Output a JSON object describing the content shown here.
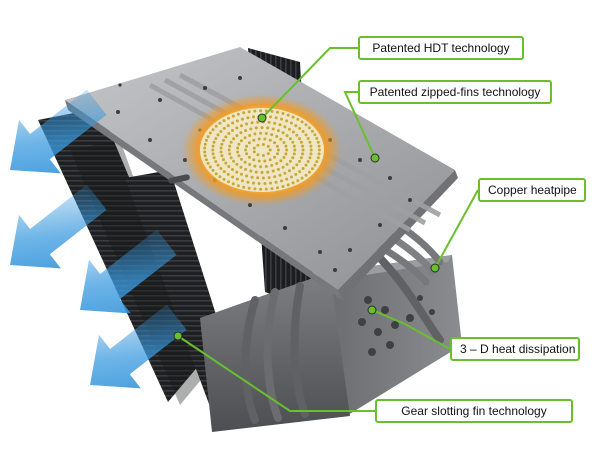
{
  "callouts": {
    "hdt": "Patented HDT technology",
    "zipped": "Patented zipped-fins technology",
    "heatpipe": "Copper heatpipe",
    "dissipation": "3 – D heat dissipation",
    "gear": "Gear slotting fin technology"
  },
  "colors": {
    "callout_border": "#6abf2e",
    "airflow_arrow": "#2f8fd6",
    "glow": "#f59a1e",
    "plate": "#a9abae"
  },
  "icons": {
    "airflow": "arrow-icon",
    "core": "pin-core-icon"
  }
}
